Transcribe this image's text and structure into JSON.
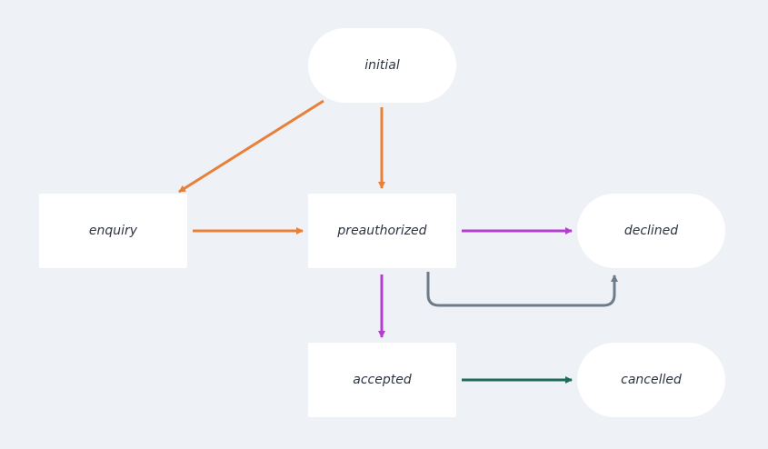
{
  "diagram": {
    "nodes": {
      "initial": "initial",
      "enquiry": "enquiry",
      "preauthorized": "preauthorized",
      "declined": "declined",
      "accepted": "accepted",
      "cancelled": "cancelled"
    },
    "colors": {
      "background": "#eef1f6",
      "node_fill": "#ffffff",
      "text": "#2c3442",
      "orange": "#e8803a",
      "purple": "#b43fcf",
      "gray": "#6e7b8a",
      "green": "#1f6b5a"
    }
  }
}
